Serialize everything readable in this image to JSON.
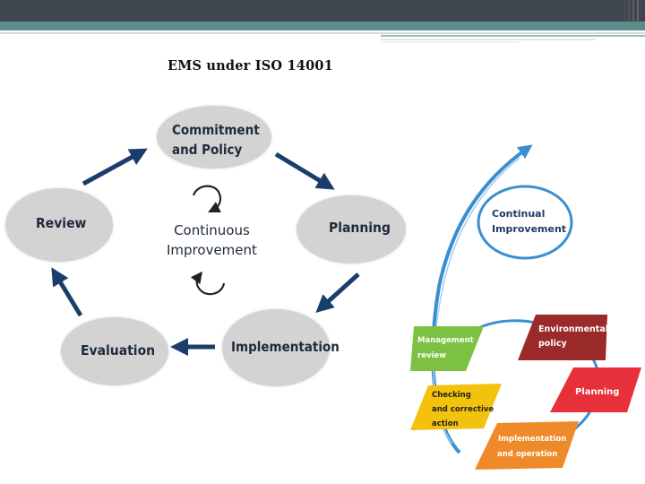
{
  "slide": {
    "title": "EMS under ISO 14001"
  },
  "cycle": {
    "center": {
      "line1": "Continuous",
      "line2": "Improvement"
    },
    "nodes": {
      "commitment": {
        "line1": "Commitment",
        "line2": "and Policy"
      },
      "planning": "Planning",
      "implementation": "Implementation",
      "evaluation": "Evaluation",
      "review": "Review"
    },
    "colors": {
      "node_fill": "#d3d3d3",
      "arrow": "#1a3e6b",
      "text": "#1f2a3a"
    }
  },
  "iso_diagram": {
    "continual_improvement": {
      "line1": "Continual",
      "line2": "Improvement"
    },
    "steps": {
      "environmental_policy": {
        "line1": "Environmental",
        "line2": "policy",
        "color": "#9b2b2b"
      },
      "planning": {
        "line1": "Planning",
        "color": "#e8303a"
      },
      "implementation": {
        "line1": "Implementation",
        "line2": "and operation",
        "color": "#ef8a2a"
      },
      "checking": {
        "line1": "Checking",
        "line2": "and corrective",
        "line3": "action",
        "color": "#f3c20c"
      },
      "management_review": {
        "line1": "Management",
        "line2": "review",
        "color": "#7dc142"
      }
    },
    "colors": {
      "spiral": "#3a8fd0"
    }
  }
}
